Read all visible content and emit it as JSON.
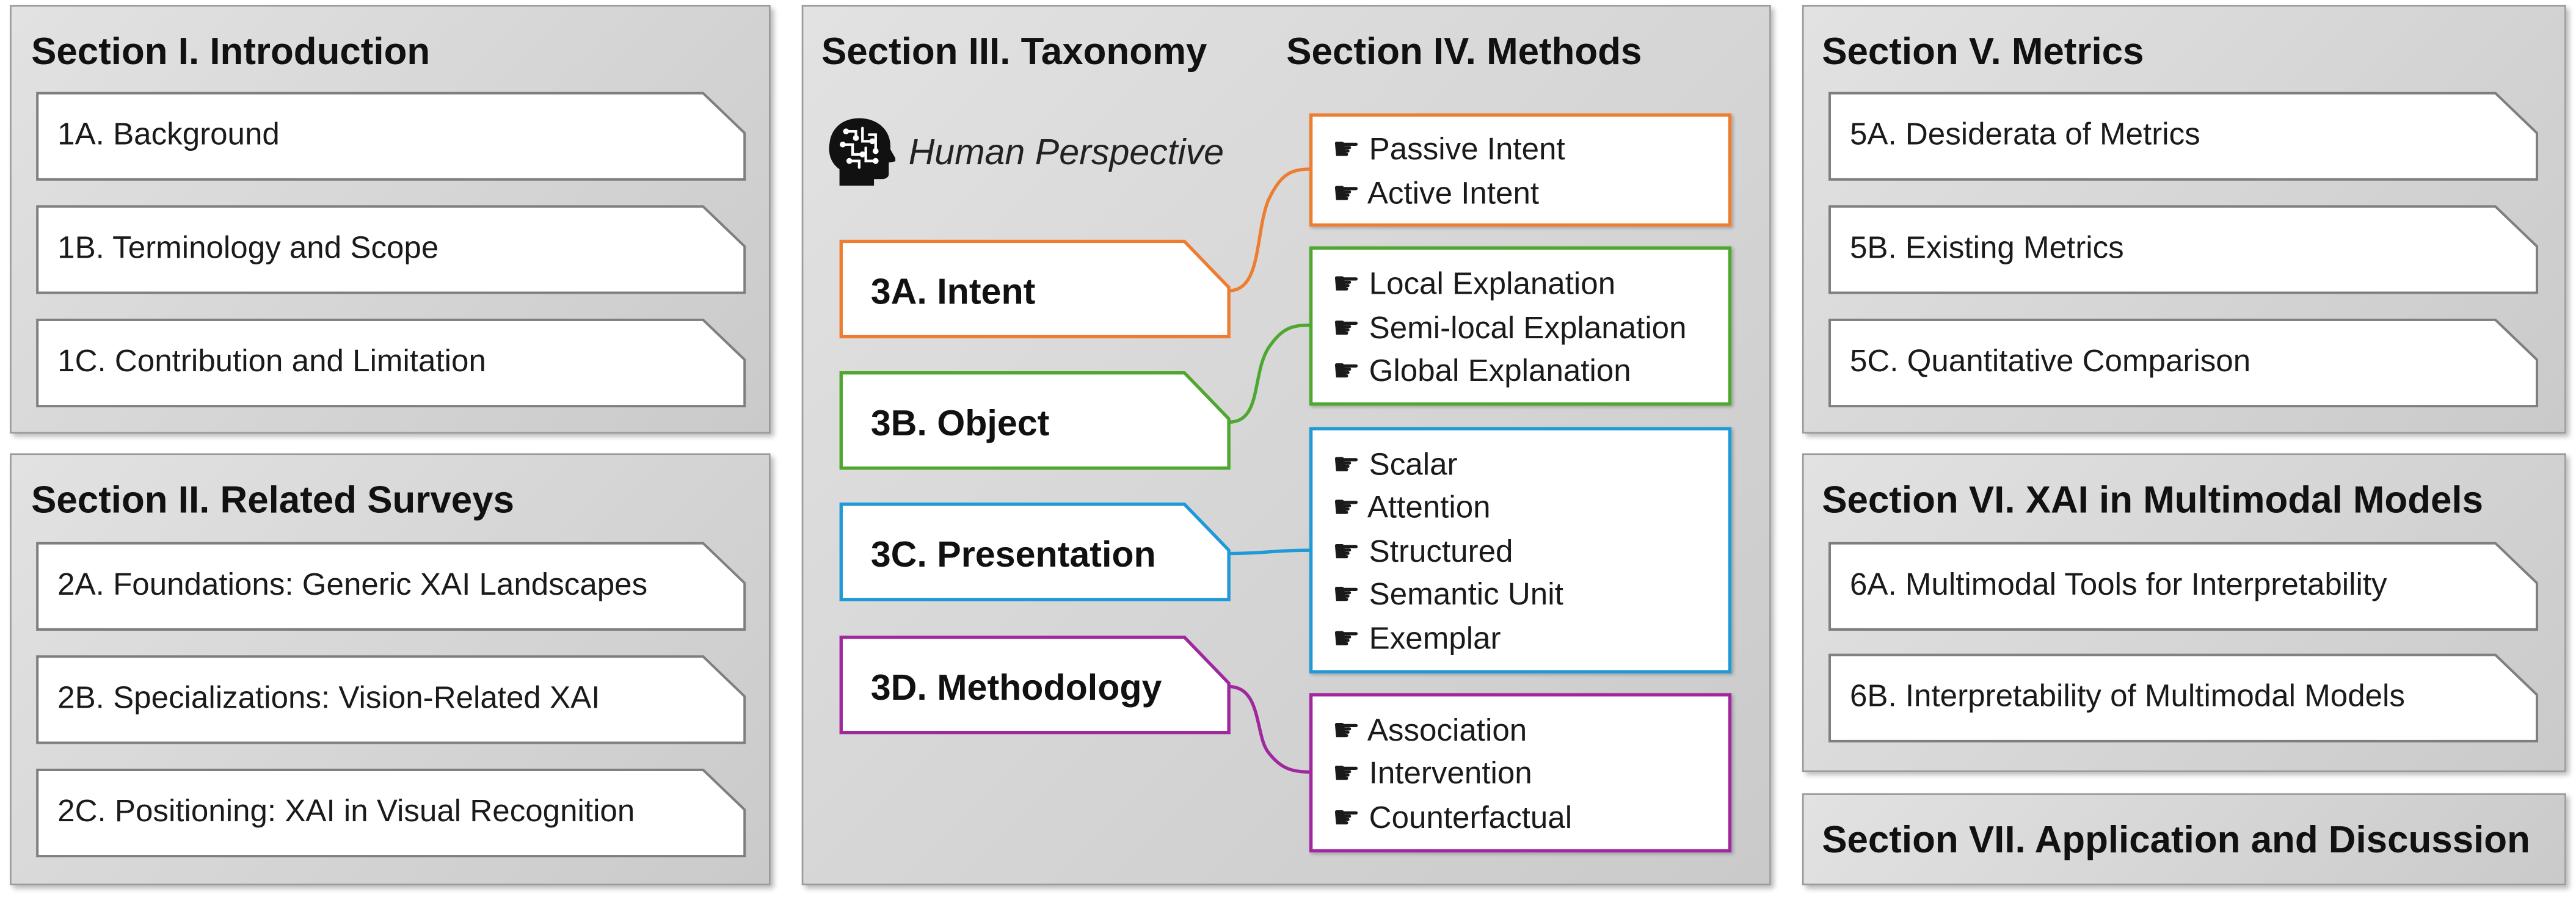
{
  "sections": {
    "s1": {
      "title": "Section I. Introduction",
      "items": [
        "1A. Background",
        "1B. Terminology and Scope",
        "1C. Contribution and Limitation"
      ]
    },
    "s2": {
      "title": "Section II. Related Surveys",
      "items": [
        "2A. Foundations: Generic XAI Landscapes",
        "2B. Specializations: Vision-Related XAI",
        "2C. Positioning: XAI in Visual Recognition"
      ]
    },
    "s3": {
      "title": "Section III. Taxonomy"
    },
    "s4": {
      "title": "Section IV. Methods"
    },
    "s5": {
      "title": "Section V. Metrics",
      "items": [
        "5A. Desiderata of Metrics",
        "5B. Existing Metrics",
        "5C. Quantitative Comparison"
      ]
    },
    "s6": {
      "title": "Section VI. XAI in Multimodal Models",
      "items": [
        "6A. Multimodal Tools for Interpretability",
        "6B. Interpretability of Multimodal Models"
      ]
    },
    "s7": {
      "title": "Section VII. Application and Discussion"
    }
  },
  "taxonomy": {
    "perspective_label": "Human Perspective",
    "perspective_icon": "head-brain-icon",
    "bullet": "☛",
    "categories": [
      {
        "label": "3A. Intent",
        "color": "#ed7d31",
        "methods": [
          "Passive Intent",
          "Active Intent"
        ]
      },
      {
        "label": "3B. Object",
        "color": "#4ea72e",
        "methods": [
          "Local Explanation",
          "Semi-local Explanation",
          "Global Explanation"
        ]
      },
      {
        "label": "3C. Presentation",
        "color": "#1f9ad6",
        "methods": [
          "Scalar",
          "Attention",
          "Structured",
          "Semantic Unit",
          "Exemplar"
        ]
      },
      {
        "label": "3D. Methodology",
        "color": "#a0289f",
        "methods": [
          "Association",
          "Intervention",
          "Counterfactual"
        ]
      }
    ]
  }
}
